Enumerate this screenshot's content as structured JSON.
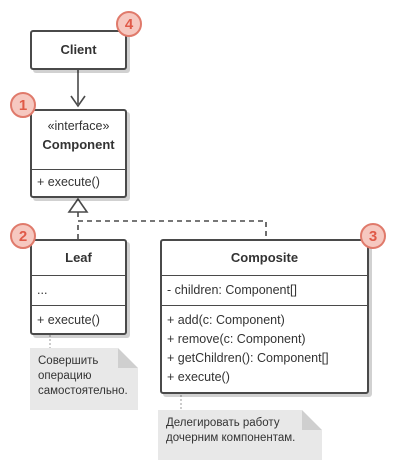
{
  "client": {
    "title": "Client",
    "badge": "4"
  },
  "component": {
    "stereotype": "«interface»",
    "title": "Component",
    "methods": [
      "+ execute()"
    ],
    "badge": "1"
  },
  "leaf": {
    "title": "Leaf",
    "fields": [
      "..."
    ],
    "methods": [
      "+ execute()"
    ],
    "badge": "2"
  },
  "composite": {
    "title": "Composite",
    "fields": [
      "- children: Component[]"
    ],
    "methods": [
      "+ add(c: Component)",
      "+ remove(c: Component)",
      "+ getChildren(): Component[]",
      "+ execute()"
    ],
    "badge": "3"
  },
  "notes": {
    "leaf": [
      "Совершить",
      "операцию",
      "самостоятельно."
    ],
    "composite": [
      "Делегировать работу",
      "дочерним компонентам."
    ]
  },
  "colors": {
    "badge_fill": "#f6c8c0",
    "badge_border": "#e07a6b",
    "badge_text": "#e05a48",
    "note_fill": "#e8e8e8"
  }
}
